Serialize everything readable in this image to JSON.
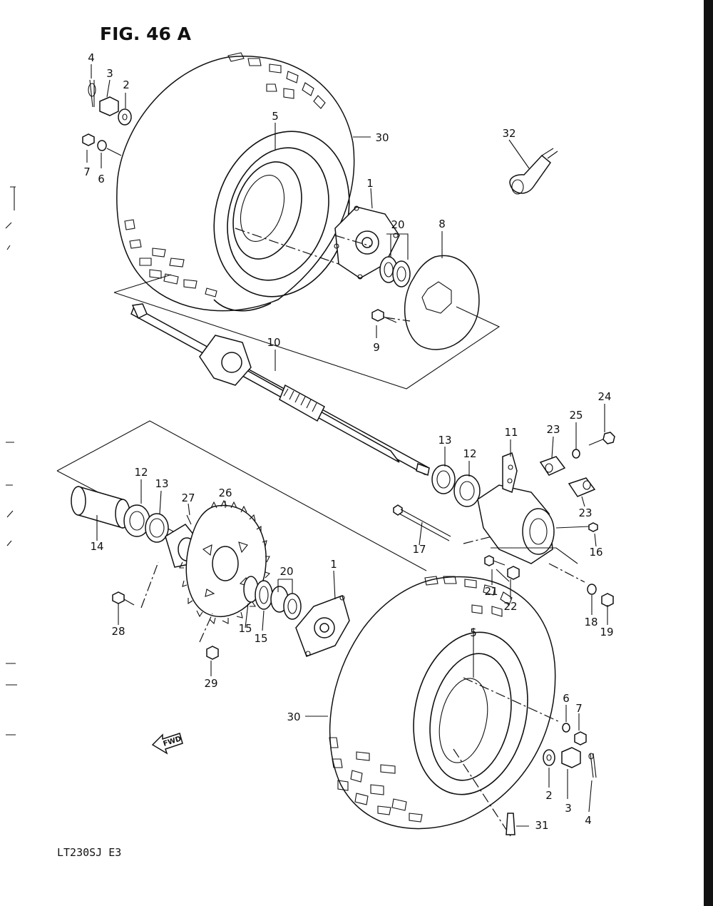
{
  "figure_title": "FIG. 46 A",
  "model_code": "LT230SJ  E3",
  "fwd_label": "FWD",
  "colors": {
    "ink": "#111111",
    "paper": "#ffffff"
  },
  "callouts": [
    "4",
    "3",
    "2",
    "7",
    "6",
    "5",
    "30",
    "1",
    "20",
    "8",
    "9",
    "32",
    "10",
    "24",
    "25",
    "23",
    "11",
    "13",
    "12",
    "23",
    "16",
    "12",
    "13",
    "27",
    "26",
    "14",
    "17",
    "20",
    "1",
    "21",
    "22",
    "18",
    "19",
    "28",
    "15",
    "15",
    "29",
    "5",
    "6",
    "7",
    "30",
    "2",
    "3",
    "4",
    "31"
  ]
}
